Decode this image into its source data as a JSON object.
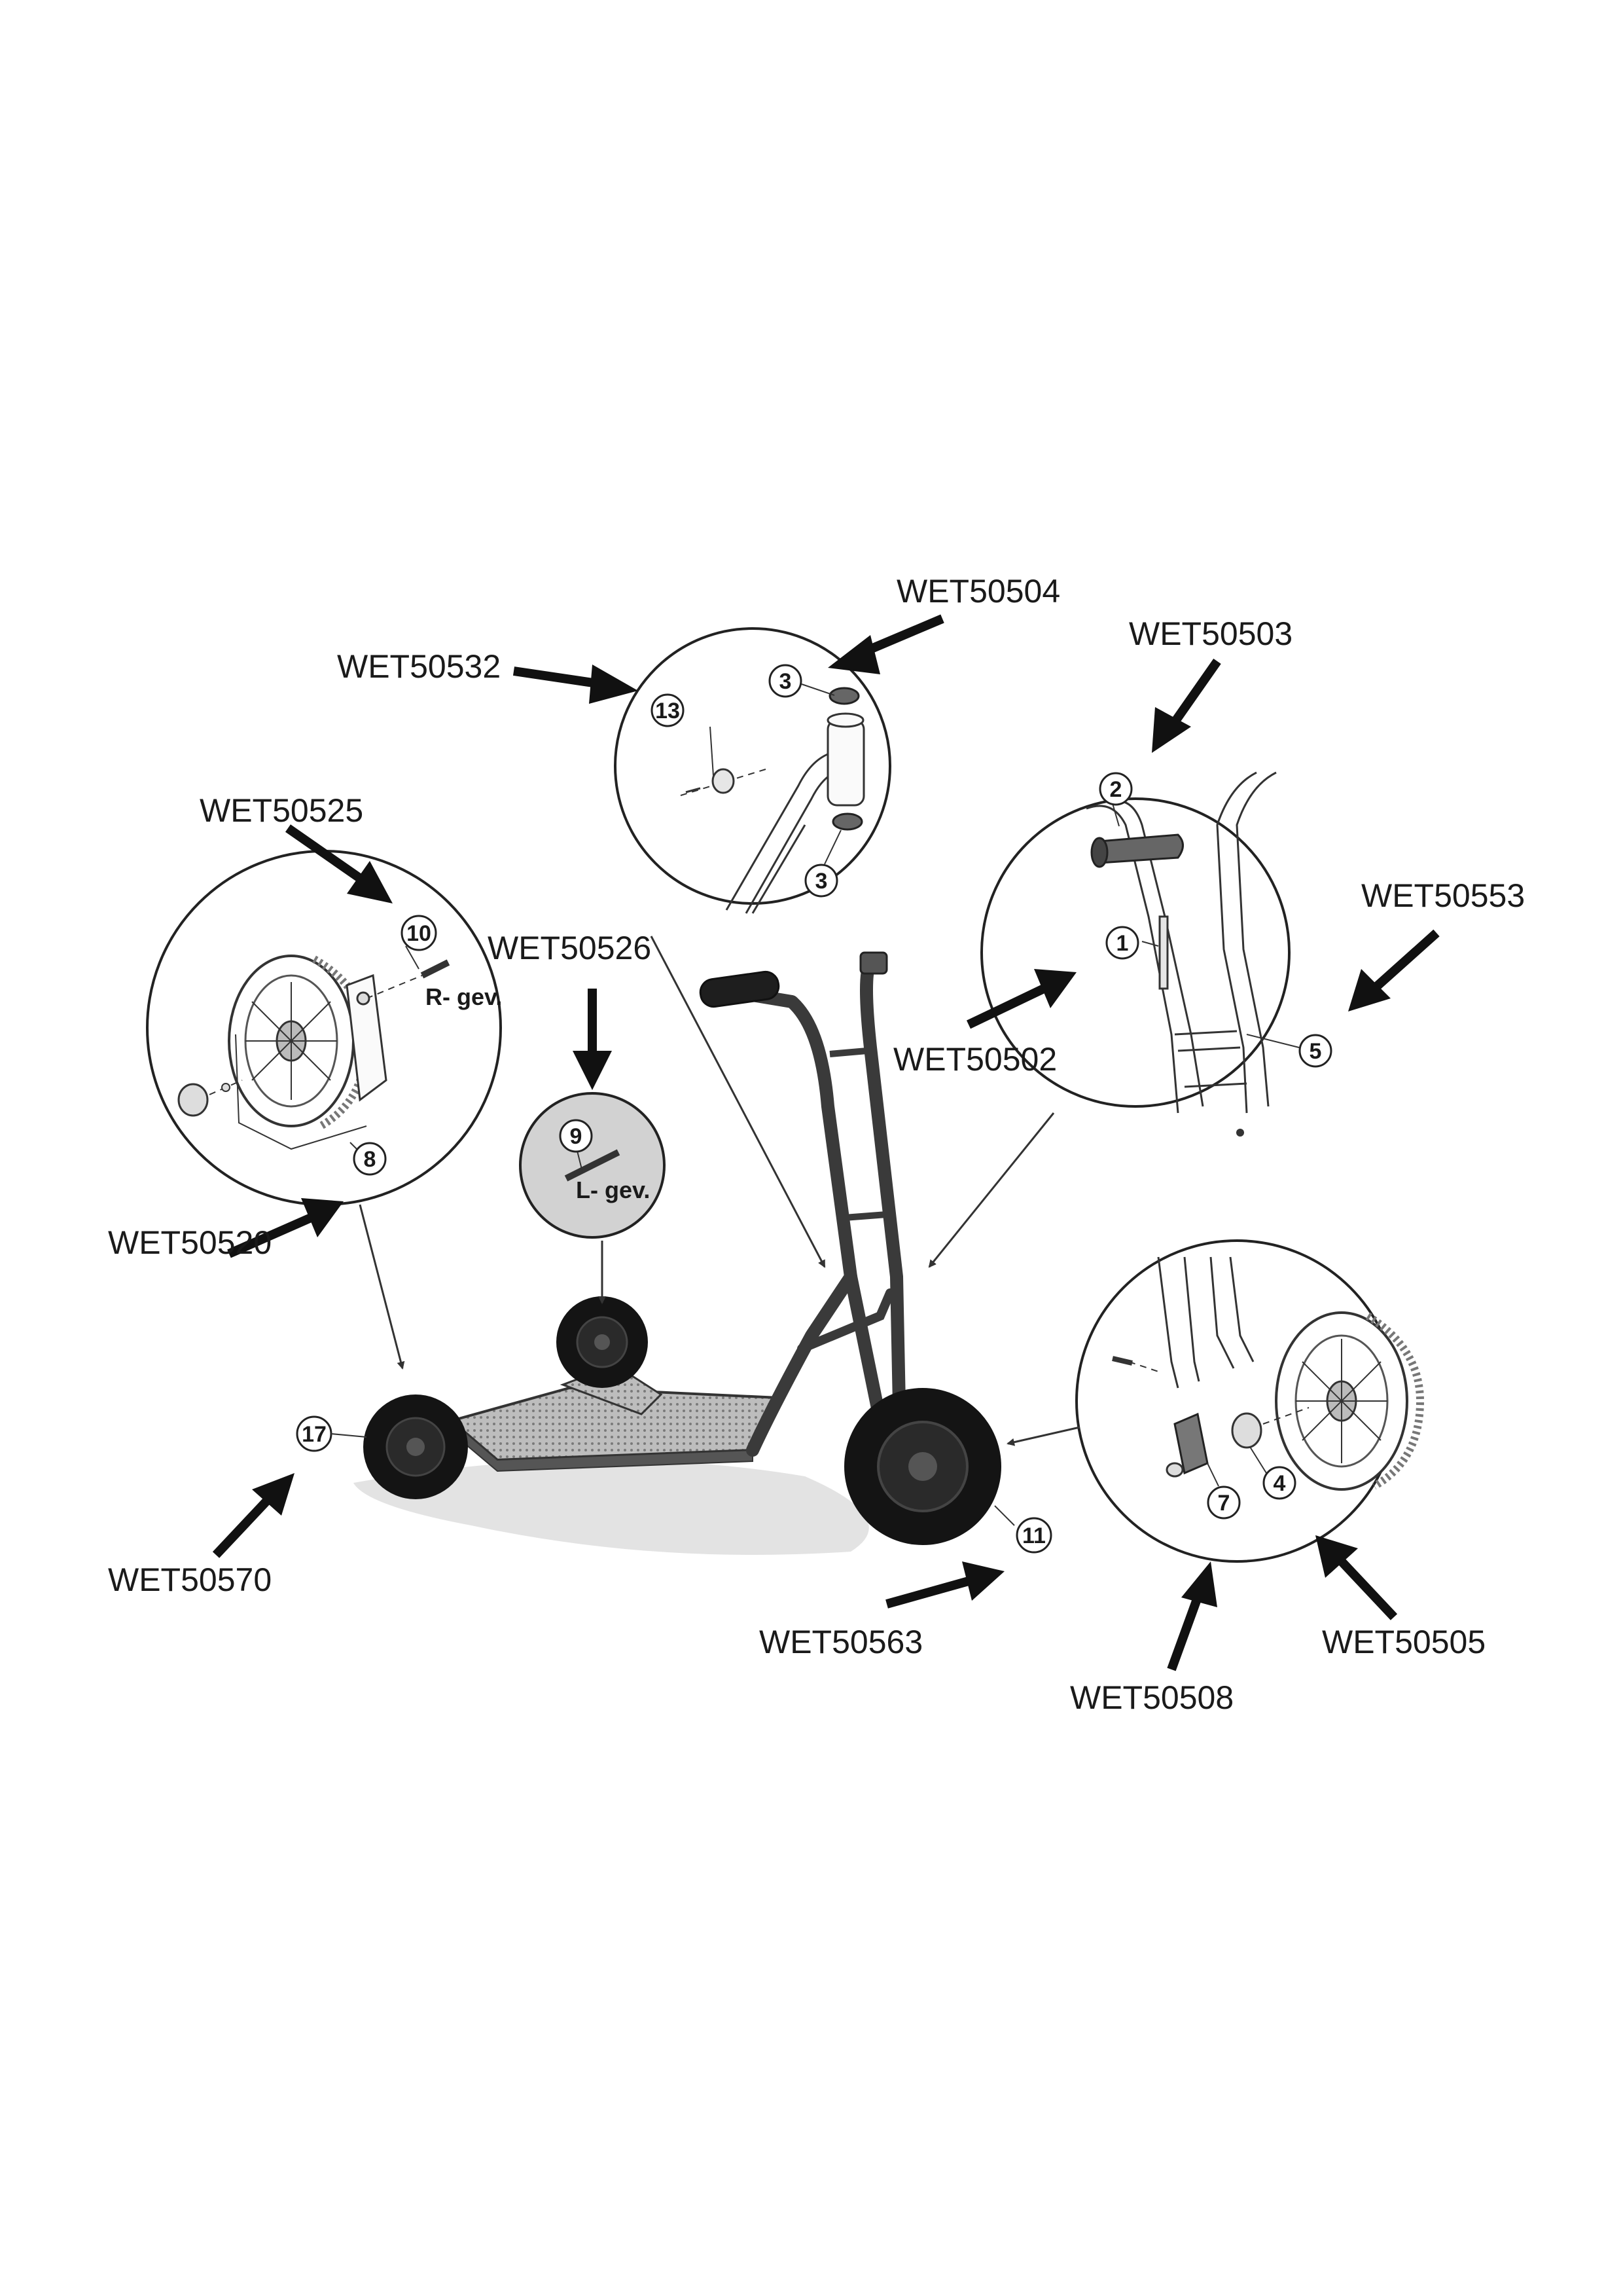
{
  "part_codes": {
    "WET50504": "WET50504",
    "WET50503": "WET50503",
    "WET50532": "WET50532",
    "WET50525": "WET50525",
    "WET50526": "WET50526",
    "WET50553": "WET50553",
    "WET50502": "WET50502",
    "WET50520": "WET50520",
    "WET50570": "WET50570",
    "WET50563": "WET50563",
    "WET50505": "WET50505",
    "WET50508": "WET50508"
  },
  "item_numbers": {
    "n1": "1",
    "n2": "2",
    "n3a": "3",
    "n3b": "3",
    "n4": "4",
    "n5": "5",
    "n7": "7",
    "n8": "8",
    "n9": "9",
    "n10": "10",
    "n11": "11",
    "n13": "13",
    "n17": "17"
  },
  "thread_labels": {
    "right": "R- gev.",
    "left": "L- gev."
  },
  "colors": {
    "ink": "#1a1a1a",
    "frame": "#3a3a3a",
    "tyre": "#111111",
    "deck": "#c8c8c8",
    "highlight_bubble": "#d2d2d2"
  }
}
